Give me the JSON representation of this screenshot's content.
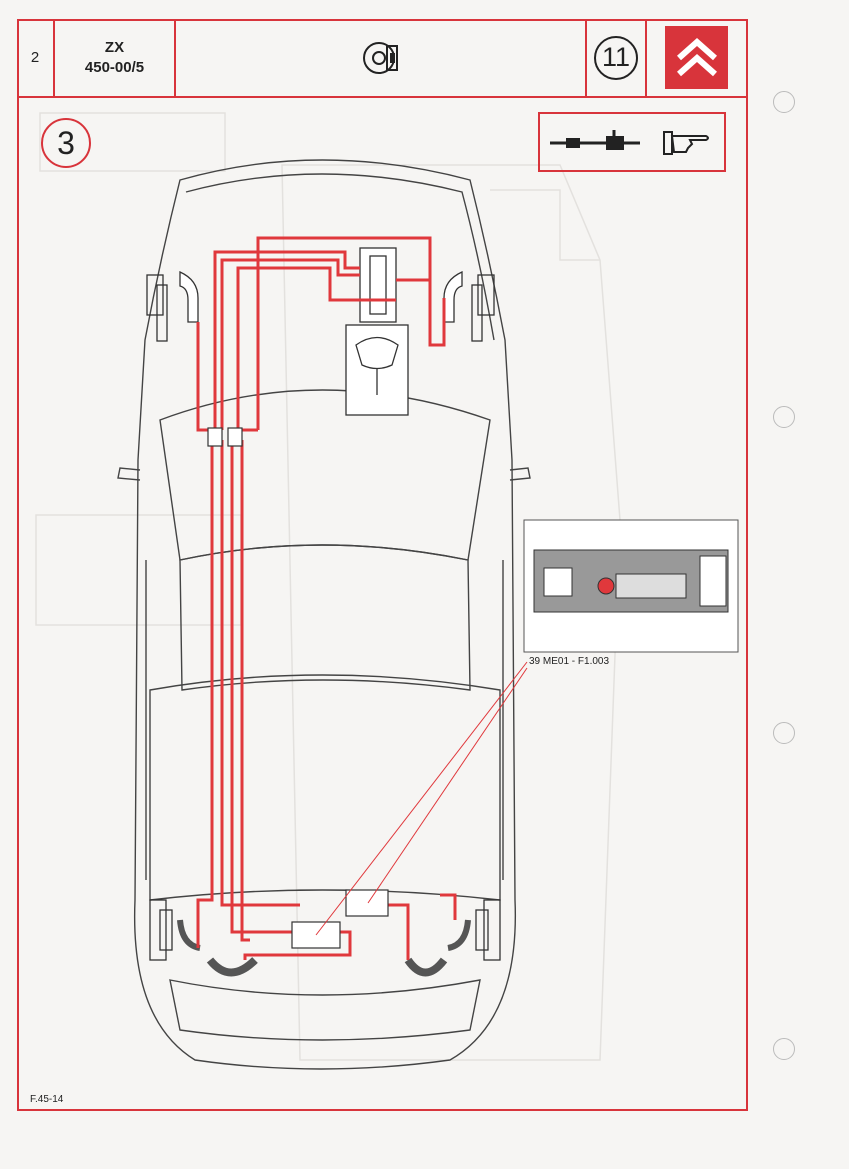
{
  "header": {
    "page_number": "2",
    "model": "ZX",
    "code": "450-00/5",
    "icon": "brake-disc-icon",
    "section_number": "11",
    "logo": "citroen-chevron-logo"
  },
  "figure": {
    "step_number": "3",
    "tool_icons": [
      "steering-rack-icon",
      "pointing-hand-icon"
    ],
    "inset_reference": "39 ME01 - F1.003",
    "figure_code": "F.45-14"
  },
  "colors": {
    "frame": "#d8343b",
    "brake_line": "#e0383c",
    "line_art": "#444444"
  }
}
